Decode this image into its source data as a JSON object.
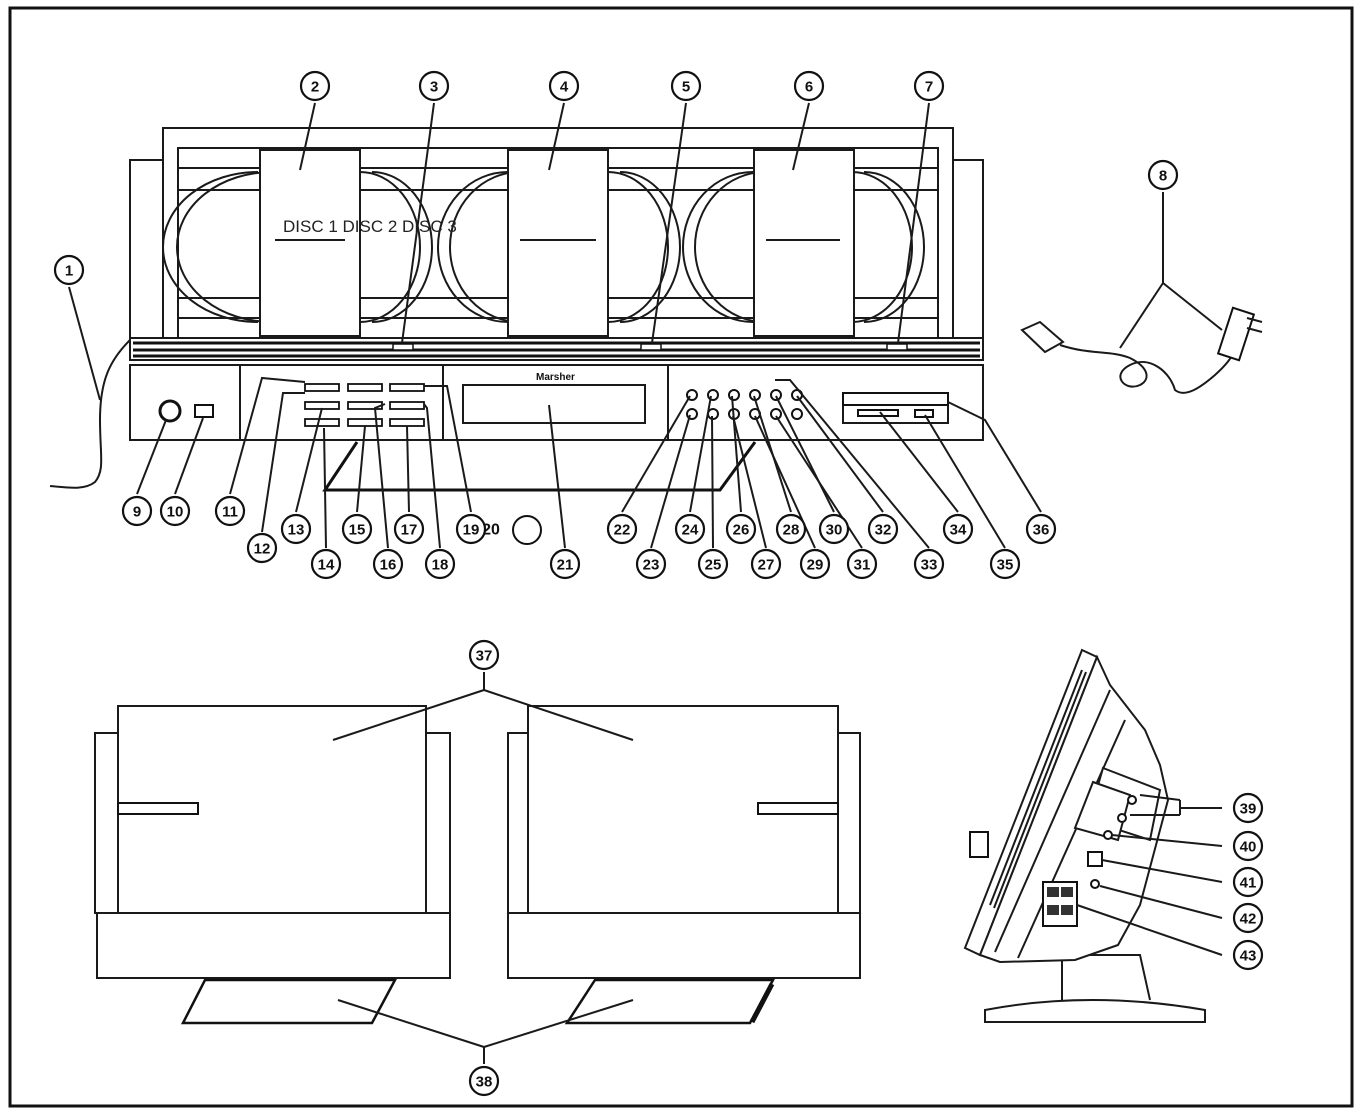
{
  "disc_label": "DISC 1 DISC 2 DISC 3",
  "brand_label": "Marsher",
  "extra_label": "20",
  "callouts": [
    {
      "n": "1"
    },
    {
      "n": "2"
    },
    {
      "n": "3"
    },
    {
      "n": "4"
    },
    {
      "n": "5"
    },
    {
      "n": "6"
    },
    {
      "n": "7"
    },
    {
      "n": "8"
    },
    {
      "n": "9"
    },
    {
      "n": "10"
    },
    {
      "n": "11"
    },
    {
      "n": "12"
    },
    {
      "n": "13"
    },
    {
      "n": "14"
    },
    {
      "n": "15"
    },
    {
      "n": "16"
    },
    {
      "n": "17"
    },
    {
      "n": "18"
    },
    {
      "n": "19"
    },
    {
      "n": "21"
    },
    {
      "n": "22"
    },
    {
      "n": "23"
    },
    {
      "n": "24"
    },
    {
      "n": "25"
    },
    {
      "n": "26"
    },
    {
      "n": "27"
    },
    {
      "n": "28"
    },
    {
      "n": "29"
    },
    {
      "n": "30"
    },
    {
      "n": "31"
    },
    {
      "n": "32"
    },
    {
      "n": "33"
    },
    {
      "n": "34"
    },
    {
      "n": "35"
    },
    {
      "n": "36"
    },
    {
      "n": "37"
    },
    {
      "n": "38"
    },
    {
      "n": "39"
    },
    {
      "n": "40"
    },
    {
      "n": "41"
    },
    {
      "n": "42"
    },
    {
      "n": "43"
    }
  ]
}
